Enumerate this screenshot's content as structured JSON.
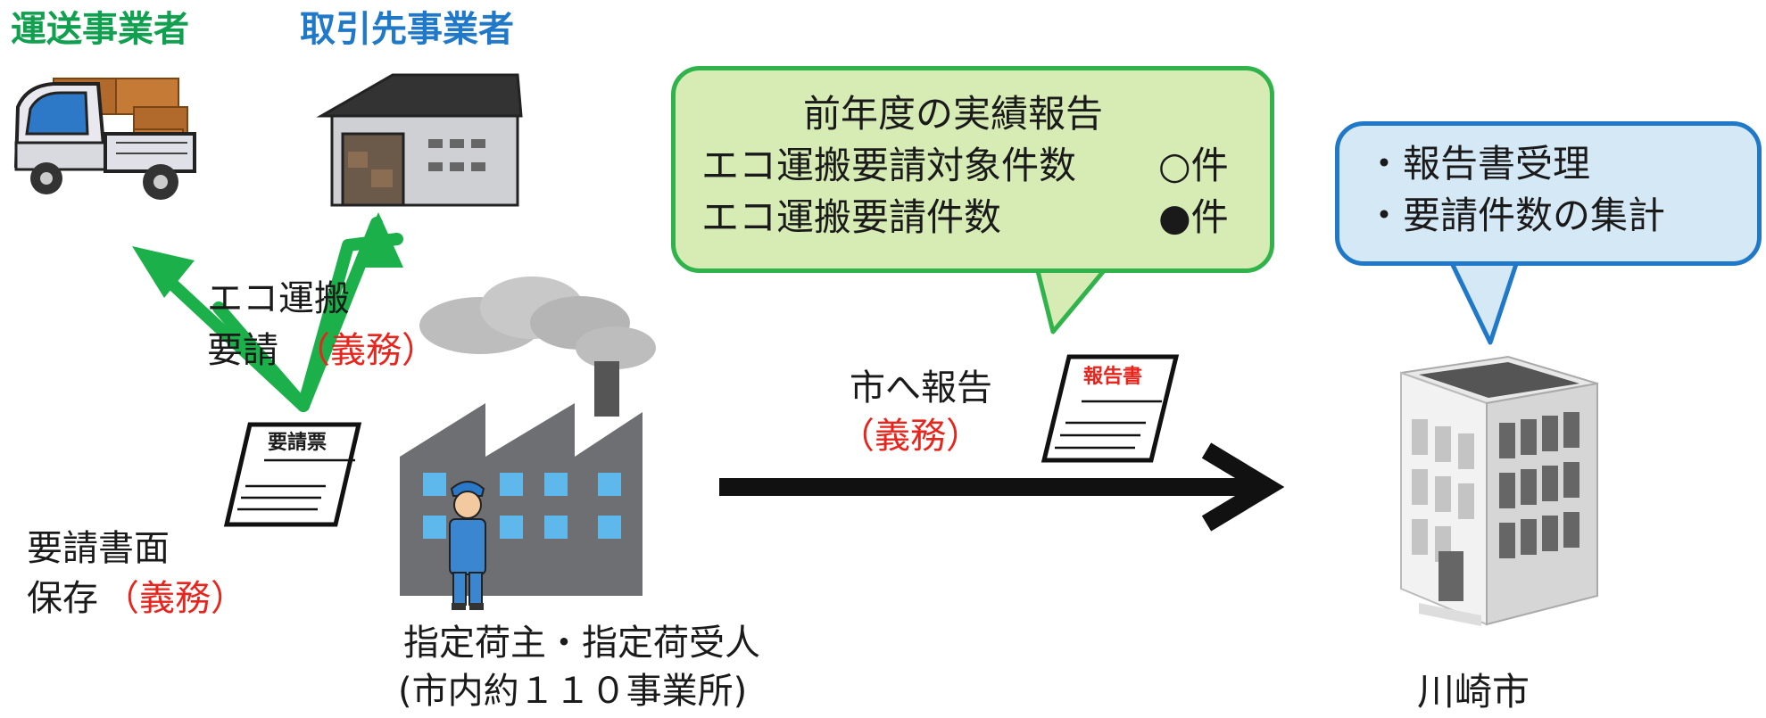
{
  "labels": {
    "transport_operator": "運送事業者",
    "business_partner": "取引先事業者",
    "eco_request_line1": "エコ運搬",
    "eco_request_line2": "要請",
    "obligation": "（義務）",
    "request_slip": "要請票",
    "request_storage_line1": "要請書面",
    "request_storage_line2": "保存",
    "shipper_line1": "指定荷主・指定荷受人",
    "shipper_line2": "(市内約１１０事業所)",
    "report_to_city": "市へ報告",
    "report_doc": "報告書",
    "city": "川崎市"
  },
  "green_bubble": {
    "title": "前年度の実績報告",
    "row1_label": "エコ運搬要請対象件数",
    "row1_value": "○件",
    "row2_label": "エコ運搬要請件数",
    "row2_value": "●件"
  },
  "blue_bubble": {
    "item1": "・報告書受理",
    "item2": "・要請件数の集計"
  },
  "colors": {
    "green_arrow": "#1bb04a",
    "bubble_green_fill": "#d7ebb5",
    "bubble_green_border": "#2fb34a",
    "bubble_blue_fill": "#d5e8f5",
    "bubble_blue_border": "#1f78c8",
    "obligation_red": "#e8241c"
  }
}
